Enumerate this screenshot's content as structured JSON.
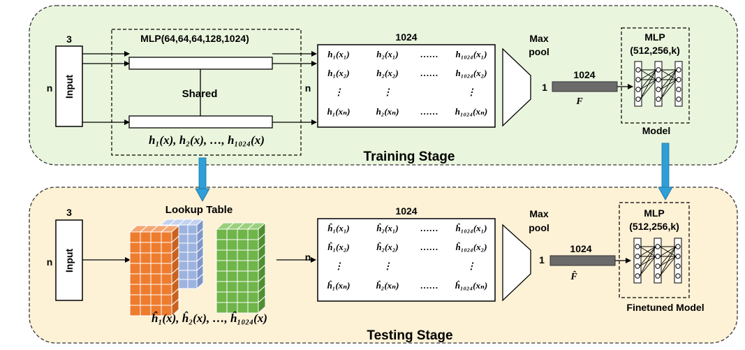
{
  "colors": {
    "training_bg": "#e9f5dd",
    "testing_bg": "#fdf1d6",
    "arrow_blue": "#2e9fd8",
    "feature_bar": "#6b6b6b",
    "cube_orange": "#ee7c2f",
    "cube_blue": "#9db3df",
    "cube_green": "#6fb54a"
  },
  "training": {
    "stage_label": "Training Stage",
    "input_label": "Input",
    "dim_3": "3",
    "dim_n": "n",
    "mlp_title": "MLP(64,64,64,128,1024)",
    "shared_label": "Shared",
    "functions_caption": "h₁(x), h₂(x), …, h₁₀₂₄(x)",
    "matrix_title": "1024",
    "matrix_n": "n",
    "matrix_rows": [
      [
        "h₁(x₁)",
        "h₂(x₁)",
        "……",
        "h₁₀₂₄(x₁)"
      ],
      [
        "h₁(x₂)",
        "h₂(x₂)",
        "……",
        "h₁₀₂₄(x₂)"
      ],
      [
        "⋮",
        "⋮",
        "",
        "⋮"
      ],
      [
        "h₁(xₙ)",
        "h₂(xₙ)",
        "……",
        "h₁₀₂₄(xₙ)"
      ]
    ],
    "maxpool_label_1": "Max",
    "maxpool_label_2": "pool",
    "feature_dim": "1024",
    "feature_one": "1",
    "feature_label": "F",
    "mlp2_title_1": "MLP",
    "mlp2_title_2": "(512,256,k)",
    "model_label": "Model"
  },
  "testing": {
    "stage_label": "Testing Stage",
    "input_label": "Input",
    "dim_3": "3",
    "dim_n": "n",
    "lookup_label": "Lookup Table",
    "functions_caption": "ĥ₁(x), ĥ₂(x), …, ĥ₁₀₂₄(x)",
    "matrix_title": "1024",
    "matrix_n": "n",
    "matrix_rows": [
      [
        "ĥ₁(x₁)",
        "ĥ₂(x₁)",
        "……",
        "ĥ₁₀₂₄(x₁)"
      ],
      [
        "ĥ₁(x₂)",
        "ĥ₂(x₂)",
        "……",
        "ĥ₁₀₂₄(x₂)"
      ],
      [
        "⋮",
        "⋮",
        "",
        "⋮"
      ],
      [
        "ĥ₁(xₙ)",
        "ĥ₂(xₙ)",
        "……",
        "ĥ₁₀₂₄(xₙ)"
      ]
    ],
    "maxpool_label_1": "Max",
    "maxpool_label_2": "pool",
    "feature_dim": "1024",
    "feature_one": "1",
    "feature_label": "F̂",
    "mlp2_title_1": "MLP",
    "mlp2_title_2": "(512,256,k)",
    "model_label": "Finetuned Model"
  }
}
